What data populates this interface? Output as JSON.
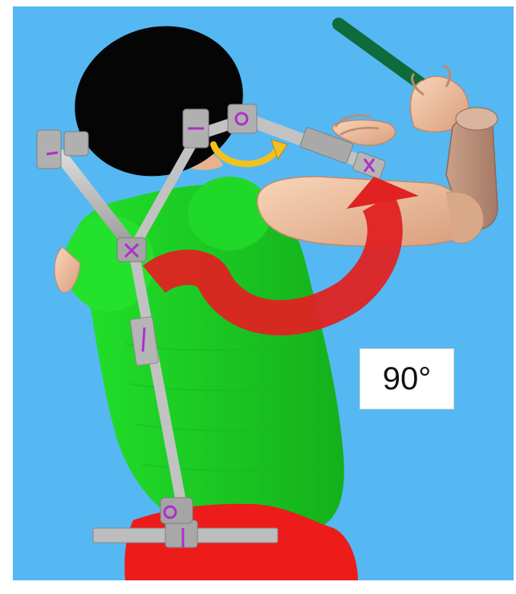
{
  "angle_label": "90°",
  "colors": {
    "background": "#55b8f2",
    "torso": "#22e02a",
    "hair": "#050505",
    "skin": "#f2c4a0",
    "pants": "#ee1b1b",
    "exoskeleton": "#c2c2c2",
    "joint_marker": "#b02fc8",
    "large_rotation_arrow": "#e02222",
    "small_rotation_arrow": "#f4c020",
    "stick": "#0e6b3c"
  },
  "icons": [
    "large-rotation-arrow",
    "small-rotation-arrow"
  ]
}
